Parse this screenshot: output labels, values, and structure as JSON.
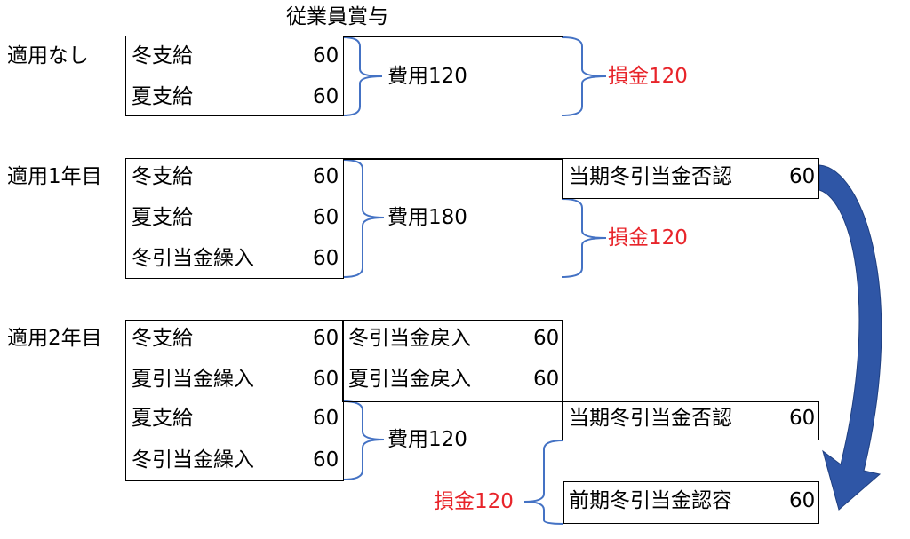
{
  "header": {
    "title": "従業員賞与"
  },
  "colors": {
    "bracket": "#4472c4",
    "loss": "#e8242a",
    "arrow": "#2f56a6"
  },
  "sections": [
    {
      "label": "適用なし",
      "rows": [
        {
          "name": "冬支給",
          "value": "60"
        },
        {
          "name": "夏支給",
          "value": "60"
        }
      ],
      "expense": "費用120",
      "loss": "損金120"
    },
    {
      "label": "適用1年目",
      "rows": [
        {
          "name": "冬支給",
          "value": "60"
        },
        {
          "name": "夏支給",
          "value": "60"
        },
        {
          "name": "冬引当金繰入",
          "value": "60"
        }
      ],
      "expense": "費用180",
      "denial": {
        "name": "当期冬引当金否認",
        "value": "60"
      },
      "loss": "損金120"
    },
    {
      "label": "適用2年目",
      "rows": [
        {
          "name": "冬支給",
          "value": "60"
        },
        {
          "name": "夏引当金繰入",
          "value": "60"
        },
        {
          "name": "夏支給",
          "value": "60"
        },
        {
          "name": "冬引当金繰入",
          "value": "60"
        }
      ],
      "reversals": [
        {
          "name": "冬引当金戻入",
          "value": "60"
        },
        {
          "name": "夏引当金戻入",
          "value": "60"
        }
      ],
      "expense": "費用120",
      "denial": {
        "name": "当期冬引当金否認",
        "value": "60"
      },
      "approval": {
        "name": "前期冬引当金認容",
        "value": "60"
      },
      "loss": "損金120"
    }
  ]
}
